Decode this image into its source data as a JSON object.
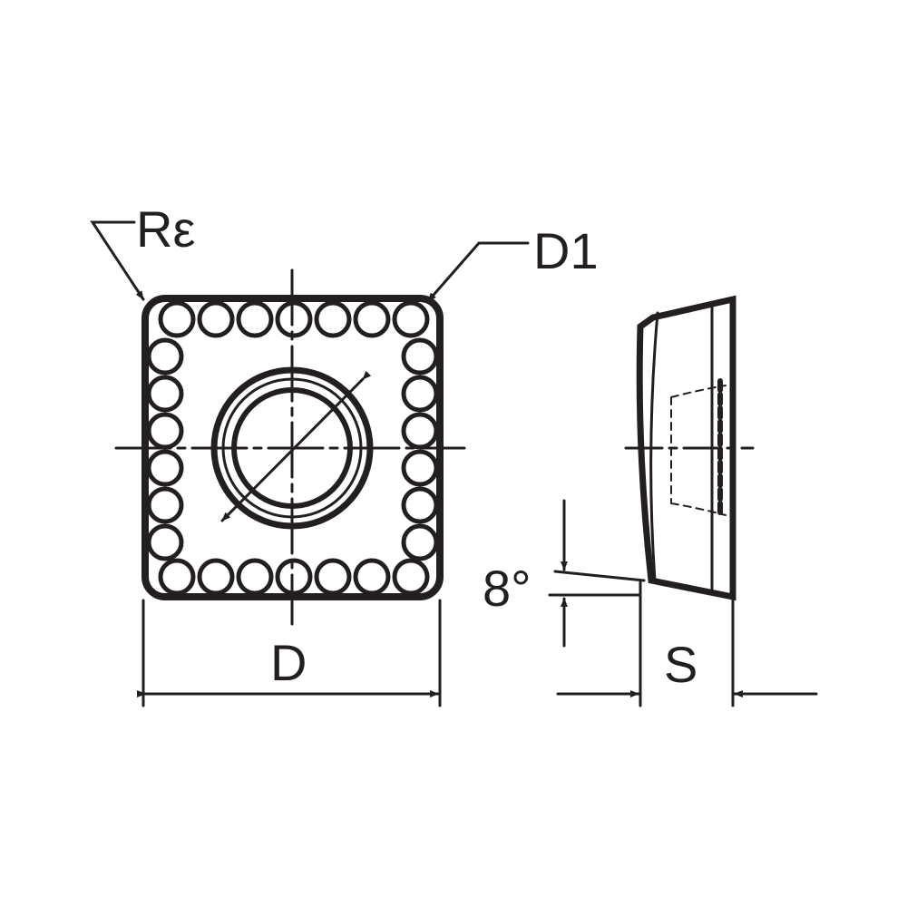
{
  "labels": {
    "corner_radius": "Rε",
    "hole_diameter": "D1",
    "inscribed_diameter": "D",
    "clearance_angle": "8°",
    "thickness": "S"
  },
  "colors": {
    "ink": "#231f20",
    "background": "#ffffff"
  }
}
